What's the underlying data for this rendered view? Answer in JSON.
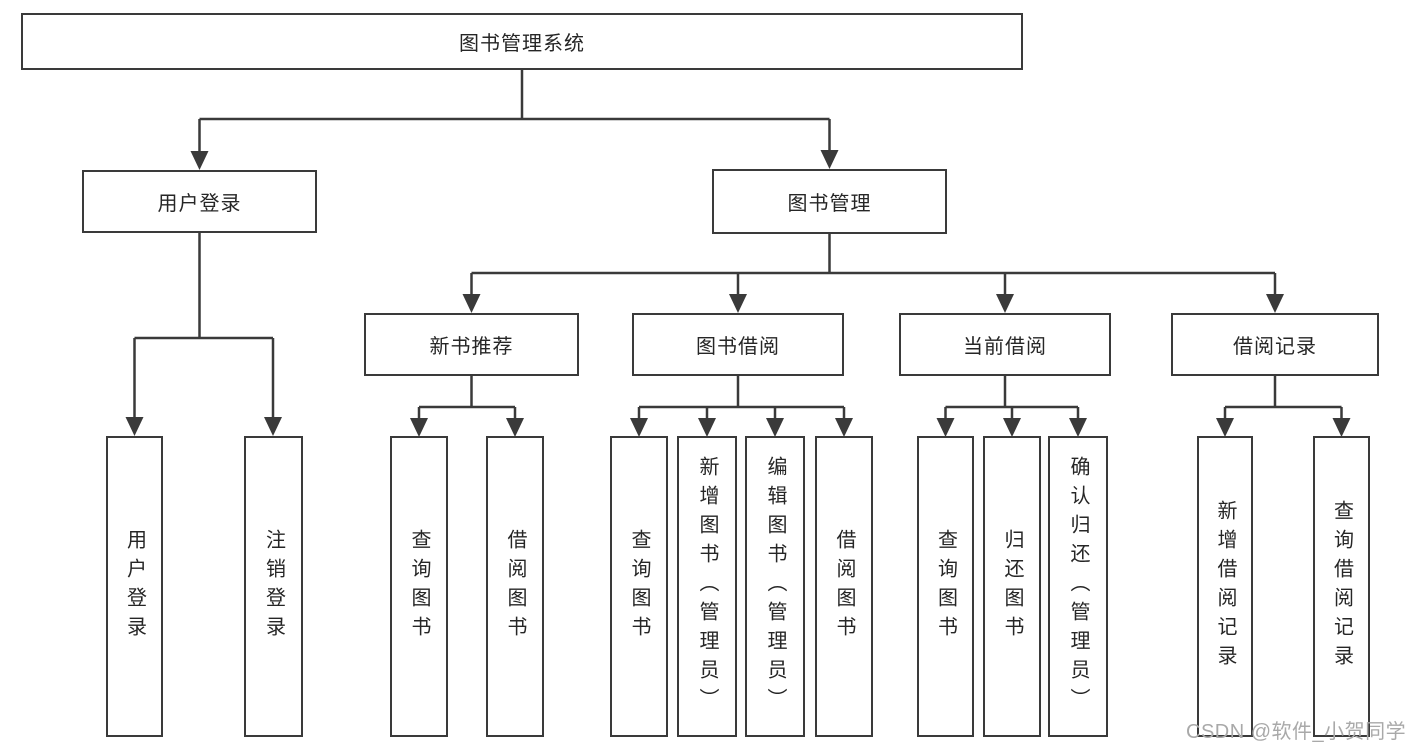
{
  "diagram": {
    "root": {
      "label": "图书管理系统"
    },
    "branches": [
      {
        "label": "用户登录",
        "children": [
          {
            "label": "用户登录"
          },
          {
            "label": "注销登录"
          }
        ]
      },
      {
        "label": "图书管理",
        "sections": [
          {
            "label": "新书推荐",
            "children": [
              {
                "label": "查询图书"
              },
              {
                "label": "借阅图书"
              }
            ]
          },
          {
            "label": "图书借阅",
            "children": [
              {
                "label": "查询图书"
              },
              {
                "label": "新增图书（管理员）"
              },
              {
                "label": "编辑图书（管理员）"
              },
              {
                "label": "借阅图书"
              }
            ]
          },
          {
            "label": "当前借阅",
            "children": [
              {
                "label": "查询图书"
              },
              {
                "label": "归还图书"
              },
              {
                "label": "确认归还（管理员）"
              }
            ]
          },
          {
            "label": "借阅记录",
            "children": [
              {
                "label": "新增借阅记录"
              },
              {
                "label": "查询借阅记录"
              }
            ]
          }
        ]
      }
    ],
    "line_color": "#3a3a3a",
    "text_color": "#262626"
  },
  "watermark": {
    "text": "CSDN @软件_小贺同学"
  }
}
